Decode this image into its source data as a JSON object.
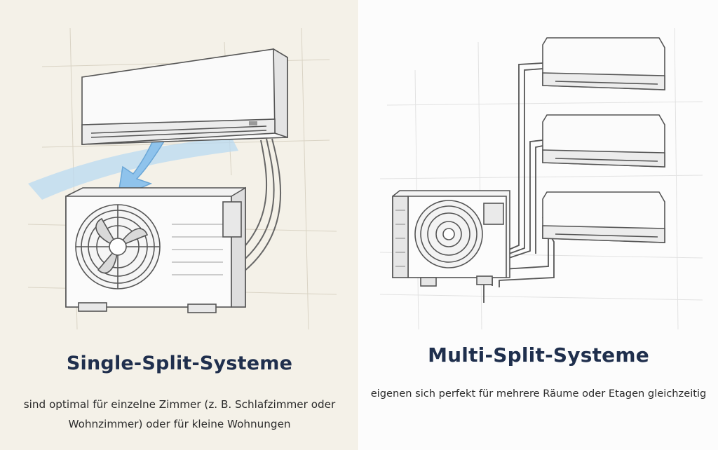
{
  "left_panel": {
    "title": "Single-Split-Systeme",
    "description": "sind optimal für einzelne Zimmer (z. B. Schlafzimmer oder Wohnzimmer) oder für kleine Wohnungen",
    "background_color": "#f4f1e8",
    "airflow_color": "#8fc3ec"
  },
  "right_panel": {
    "title": "Multi-Split-Systeme",
    "description": "eigenen sich perfekt für mehrere Räume oder Etagen gleichzeitig",
    "background_color": "#fcfcfc",
    "indoor_unit_count": 3
  },
  "colors": {
    "title": "#1f2f4d",
    "text": "#2b2b2b",
    "outline": "#555555"
  }
}
